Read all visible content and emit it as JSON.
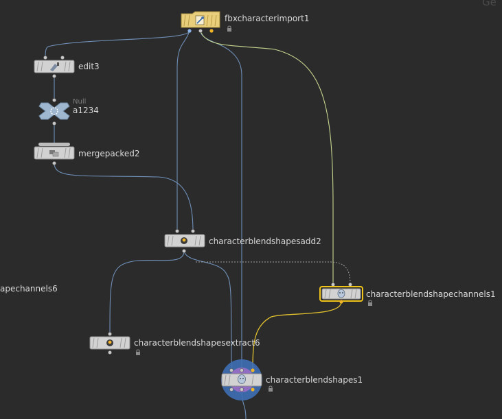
{
  "network": {
    "header_cut_text": "",
    "corner_cut_text": "Ge",
    "nodes": {
      "fbx": {
        "label": "fbxcharacterimport1"
      },
      "edit3": {
        "label": "edit3"
      },
      "null": {
        "type_label": "Null",
        "label": "a1234"
      },
      "mergepacked": {
        "label": "mergepacked2"
      },
      "add2": {
        "label": "characterblendshapesadd2"
      },
      "channels6": {
        "label": "apechannels6"
      },
      "channels1": {
        "label": "characterblendshapechannels1"
      },
      "extract6": {
        "label": "characterblendshapesextract6"
      },
      "blendshapes1": {
        "label": "characterblendshapes1"
      }
    },
    "colors": {
      "wire_blue": "#6f8fb8",
      "wire_yellow_green": "#c8d890",
      "wire_yellow": "#e2c12e",
      "selected_outline": "#f0c419",
      "display_node_halo": "#3f6fb5",
      "fbx_node": "#e9cf7c"
    }
  }
}
